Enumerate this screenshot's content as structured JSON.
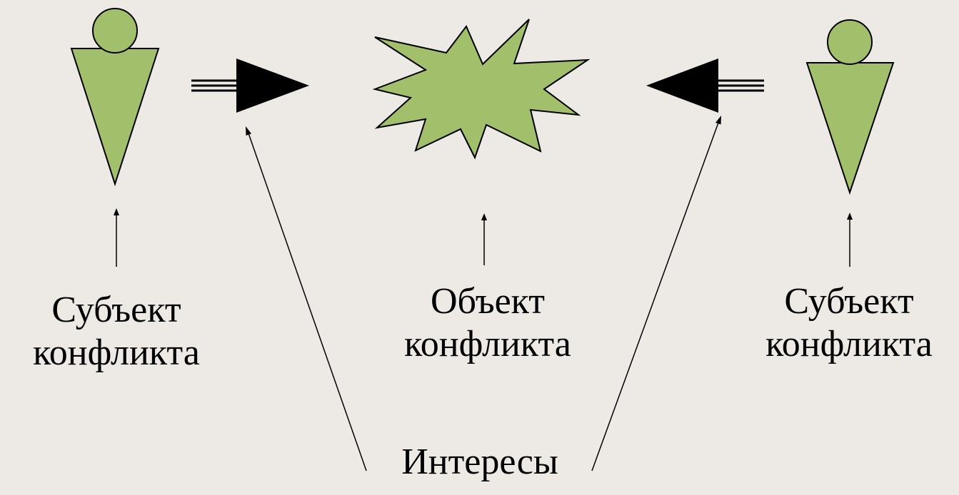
{
  "diagram": {
    "subject_left": {
      "label_line1": "Субъект",
      "label_line2": "конфликта"
    },
    "object": {
      "label_line1": "Объект",
      "label_line2": "конфликта"
    },
    "subject_right": {
      "label_line1": "Субъект",
      "label_line2": "конфликта"
    },
    "interests": {
      "label": "Интересы"
    }
  },
  "colors": {
    "background": "#ede9e5",
    "figure_fill": "#a2c06b",
    "outline": "#000000",
    "arrow_fill": "#000000"
  },
  "icons": {
    "subject_figure": "person-figure-icon",
    "object_shape": "explosion-burst-icon",
    "pressure_arrow": "triple-shaft-arrow-icon"
  }
}
